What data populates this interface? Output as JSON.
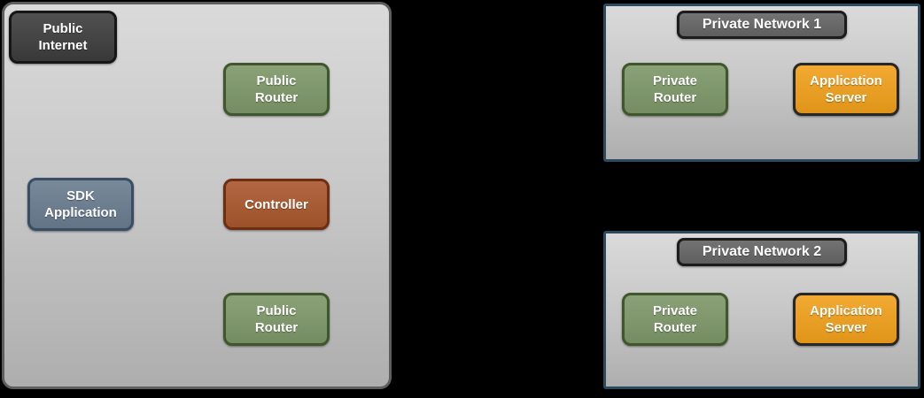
{
  "palette": {
    "background": "#000000",
    "zone_fill_top": "#dadada",
    "zone_fill_bottom": "#aeaeae",
    "public_zone_border": "#5e5e5e",
    "private_zone_border": "#2b4a5f",
    "node_dark_fill": "#3d3d3d",
    "node_dark_border": "#161616",
    "title_fill": "#676767",
    "title_border": "#1c1c1c",
    "node_green_fill": "#7d9768",
    "node_green_border": "#40562c",
    "node_blue_fill": "#697c8f",
    "node_blue_border": "#394e63",
    "node_rust_fill": "#a9572c",
    "node_rust_border": "#6e2e12",
    "node_orange_fill": "#f1a01b",
    "node_orange_border": "#272727",
    "text_color": "#ffffff"
  },
  "public_zone": {
    "nodes": {
      "public_internet": {
        "line1": "Public",
        "line2": "Internet"
      },
      "public_router_top": {
        "line1": "Public",
        "line2": "Router"
      },
      "sdk_application": {
        "line1": "SDK",
        "line2": "Application"
      },
      "controller": {
        "label": "Controller"
      },
      "public_router_bottom": {
        "line1": "Public",
        "line2": "Router"
      }
    }
  },
  "private_networks": [
    {
      "title": "Private Network 1",
      "nodes": {
        "private_router": {
          "line1": "Private",
          "line2": "Router"
        },
        "application_server": {
          "line1": "Application",
          "line2": "Server"
        }
      }
    },
    {
      "title": "Private Network 2",
      "nodes": {
        "private_router": {
          "line1": "Private",
          "line2": "Router"
        },
        "application_server": {
          "line1": "Application",
          "line2": "Server"
        }
      }
    }
  ]
}
